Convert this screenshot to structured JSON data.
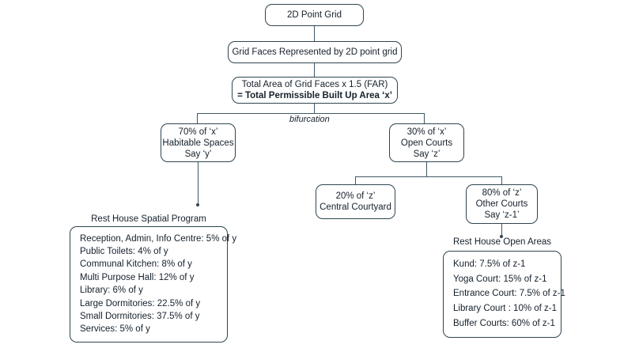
{
  "diagram": {
    "title": "Rest House Built-Up Area Distribution Flowchart",
    "bifurcation_label": "bifurcation",
    "accent_border": "#2f4550",
    "line_color": "#3f5866",
    "background": "#ffffff"
  },
  "nodes": {
    "point_grid": {
      "line1": "2D Point Grid"
    },
    "grid_faces": {
      "line1": "Grid Faces Represented by 2D point grid"
    },
    "total_area": {
      "line1": "Total Area of Grid Faces x 1.5 (FAR)",
      "line2": "= Total Permissible Built Up Area ‘x’"
    },
    "habitable": {
      "line1": "70% of ‘x’",
      "line2": "Habitable Spaces",
      "line3": "Say ‘y’"
    },
    "open_courts": {
      "line1": "30% of ‘x’",
      "line2": "Open Courts",
      "line3": "Say ‘z’"
    },
    "central_courtyard": {
      "line1": "20% of ‘z’",
      "line2": "Central Courtyard"
    },
    "other_courts": {
      "line1": "80% of ‘z’",
      "line2": "Other Courts",
      "line3": "Say ‘z-1’"
    }
  },
  "spatial_program": {
    "title": "Rest House Spatial Program",
    "items": [
      "Reception, Admin, Info Centre: 5% of y",
      "Public Toilets: 4% of y",
      "Communal Kitchen: 8% of y",
      "Multi Purpose Hall: 12% of y",
      "Library: 6% of y",
      "Large Dormitories: 22.5% of y",
      "Small Dormitories: 37.5% of y",
      "Services: 5% of y"
    ]
  },
  "open_areas": {
    "title": "Rest House Open Areas",
    "items": [
      "Kund: 7.5% of z-1",
      "Yoga Court: 15% of z-1",
      "Entrance Court: 7.5% of z-1",
      "Library Court : 10% of z-1",
      "Buffer Courts: 60% of z-1"
    ]
  }
}
